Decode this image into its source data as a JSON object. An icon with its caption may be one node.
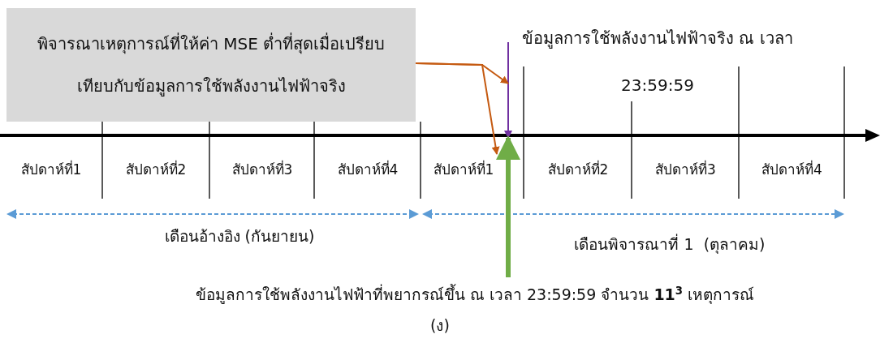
{
  "diagram": {
    "caption": "(ง)",
    "nodes": [
      {
        "text": [
          "พิจารณาเหตุการณ์ที่ให้ค่า MSE ต่ำที่สุดเมื่อเปรียบเทียบกับข้อมูลการใช้พลังงานไฟฟ้าจริง"
        ]
      },
      {
        "text": [
          "ข้อมูลการใช้พลังงานไฟฟ้าจริง ณ เวลา 23:59:59"
        ]
      },
      {
        "text": [
          "สัปดาห์ที่1"
        ]
      },
      {
        "text": [
          "สัปดาห์ที่2"
        ]
      },
      {
        "text": [
          "สัปดาห์ที่3"
        ]
      },
      {
        "text": [
          "สัปดาห์ที่4"
        ]
      },
      {
        "text": [
          "สัปดาห์ที่1"
        ]
      },
      {
        "text": [
          "สัปดาห์ที่2"
        ]
      },
      {
        "text": [
          "สัปดาห์ที่3"
        ]
      },
      {
        "text": [
          "สัปดาห์ที่4"
        ]
      },
      {
        "text": [
          "ข้อมูลการใช้พลังงานไฟฟ้าที่พยากรณ์ขึ้น ณ เวลา 23:59:59 จำนวน **11**$^{3}$ เหตุการณ์"
        ]
      }
    ],
    "edges": [
      {
        "from": 1,
        "to": 6,
        "arrow": "to",
        "color": "#7030a0"
      },
      {
        "from": 0,
        "to": 1,
        "arrow": "to",
        "color": "#c55a11"
      },
      {
        "from": 0,
        "to": 6,
        "arrow": "to",
        "color": "#c55a11"
      },
      {
        "from": 10,
        "to": 6,
        "arrow": "to",
        "style": "thick",
        "color": "#70ad47"
      }
    ],
    "labels": [
      "เดือนอ้างอิง (กันยายน)",
      "เดือนพิจารณาที่ 1  (ตุลาคม)"
    ]
  }
}
